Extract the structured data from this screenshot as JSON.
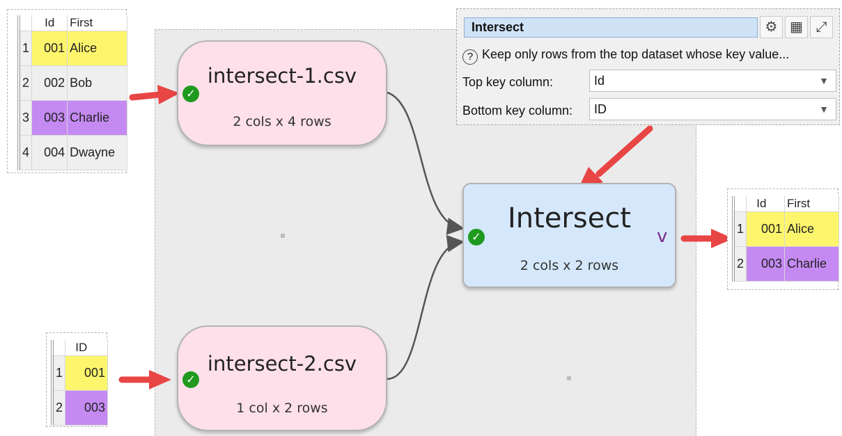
{
  "input_table_1": {
    "headers": [
      "Id",
      "First"
    ],
    "rows": [
      {
        "num": "1",
        "id": "001",
        "name": "Alice",
        "color": "yellow"
      },
      {
        "num": "2",
        "id": "002",
        "name": "Bob",
        "color": "grey"
      },
      {
        "num": "3",
        "id": "003",
        "name": "Charlie",
        "color": "purple"
      },
      {
        "num": "4",
        "id": "004",
        "name": "Dwayne",
        "color": "grey"
      }
    ]
  },
  "input_table_2": {
    "headers": [
      "ID"
    ],
    "rows": [
      {
        "num": "1",
        "id": "001",
        "color": "yellow"
      },
      {
        "num": "2",
        "id": "003",
        "color": "purple"
      }
    ]
  },
  "output_table": {
    "headers": [
      "Id",
      "First"
    ],
    "rows": [
      {
        "num": "1",
        "id": "001",
        "name": "Alice",
        "color": "yellow"
      },
      {
        "num": "2",
        "id": "003",
        "name": "Charlie",
        "color": "purple"
      }
    ]
  },
  "nodes": {
    "input1": {
      "title": "intersect-1.csv",
      "subtitle": "2 cols x 4 rows"
    },
    "input2": {
      "title": "intersect-2.csv",
      "subtitle": "1 col x 2 rows"
    },
    "intersect": {
      "title": "Intersect",
      "subtitle": "2 cols x 2 rows",
      "chevron": "v"
    }
  },
  "panel": {
    "title": "Intersect",
    "help_text": "Keep only rows from the top dataset whose key value...",
    "top_key_label": "Top key column:",
    "top_key_value": "Id",
    "bottom_key_label": "Bottom key column:",
    "bottom_key_value": "ID",
    "icons": [
      "settings-icon",
      "table-icon",
      "maximize-icon"
    ]
  },
  "colors": {
    "yellow": "#fdf66d",
    "purple": "#c58af2",
    "node_pink": "#fde0ea",
    "node_blue": "#d5e8fb",
    "arrow_red": "#e84545",
    "check_green": "#1f9a1f",
    "chevron_purple": "#7b2a8c"
  }
}
